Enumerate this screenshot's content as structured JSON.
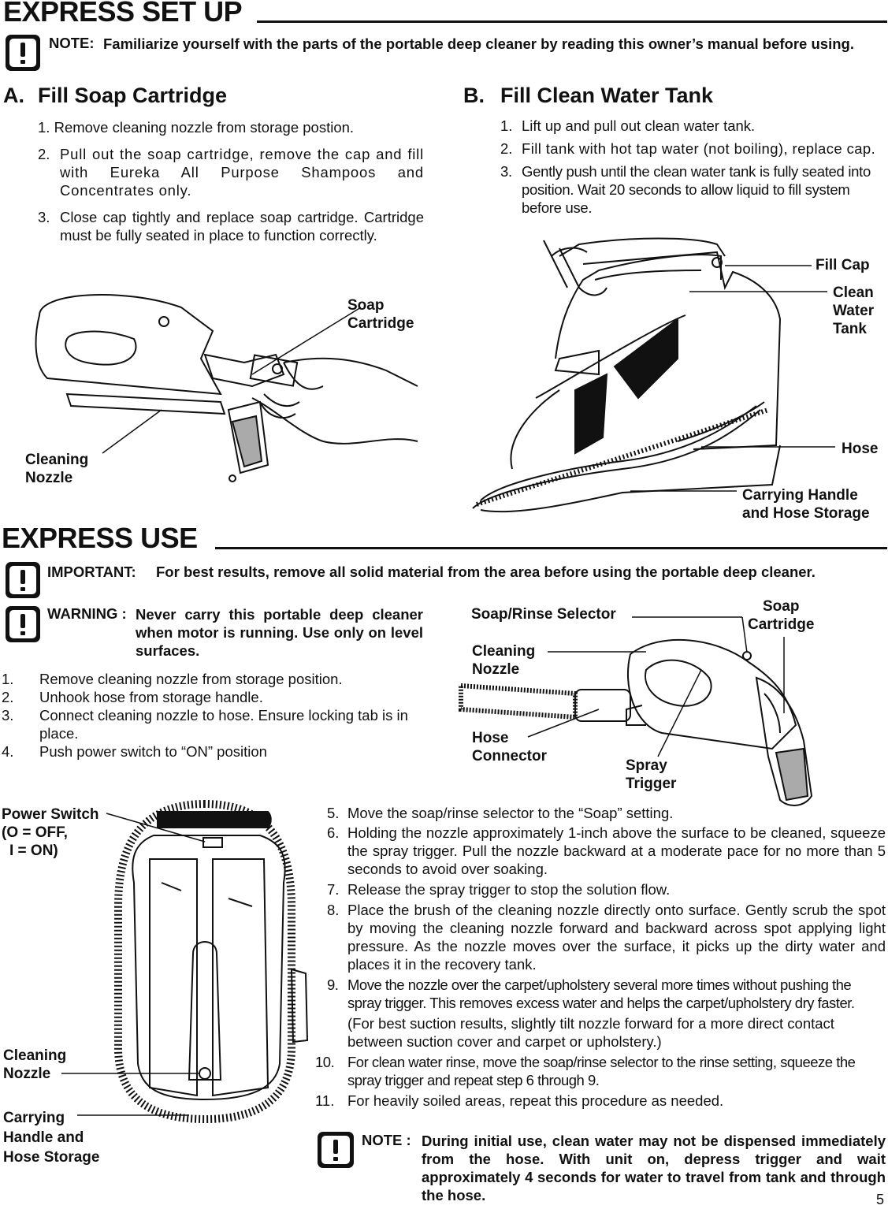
{
  "setup": {
    "title": "EXPRESS SET UP",
    "note_label": "NOTE:",
    "note_text": "Familiarize yourself with the parts of the portable deep cleaner by reading this owner’s manual before using.",
    "section_a": {
      "letter": "A.",
      "title": "Fill Soap Cartridge",
      "steps": [
        {
          "n": "1.",
          "text": "Remove cleaning nozzle from storage postion."
        },
        {
          "n": "2.",
          "text": "Pull out the soap cartridge, remove the cap and fill with Eureka All Purpose Shampoos and Concentrates only."
        },
        {
          "n": "3.",
          "text": "Close cap tightly and replace soap cartridge. Cartridge must be fully seated in place to function correctly."
        }
      ],
      "labels": {
        "soap_cartridge_1": "Soap",
        "soap_cartridge_2": "Cartridge",
        "cleaning_nozzle_1": "Cleaning",
        "cleaning_nozzle_2": "Nozzle"
      }
    },
    "section_b": {
      "letter": "B.",
      "title": "Fill Clean Water Tank",
      "steps": [
        {
          "n": "1.",
          "text": "Lift up and pull out clean water tank."
        },
        {
          "n": "2.",
          "text": "Fill tank with hot tap water (not boiling), replace cap."
        },
        {
          "n": "3.",
          "text": "Gently push until the clean water tank is fully seated into position. Wait 20 seconds to allow liquid to fill system before use."
        }
      ],
      "labels": {
        "fill_cap": "Fill Cap",
        "clean_1": "Clean",
        "clean_2": "Water",
        "clean_3": "Tank",
        "hose": "Hose",
        "carry_1": "Carrying Handle",
        "carry_2": "and Hose Storage"
      }
    }
  },
  "use": {
    "title": "EXPRESS USE",
    "important_label": "IMPORTANT:",
    "important_text": "For best results, remove all solid material from the area before using the portable deep cleaner.",
    "warning_label": "WARNING :",
    "warning_text": "Never carry this portable deep cleaner when motor is running. Use only on level surfaces.",
    "steps_a": [
      {
        "n": "1.",
        "text": "Remove cleaning nozzle from storage position."
      },
      {
        "n": "2.",
        "text": "Unhook hose from storage handle."
      },
      {
        "n": "3.",
        "text": "Connect cleaning nozzle to hose.  Ensure locking tab is in place."
      },
      {
        "n": "4.",
        "text": "Push power switch to “ON” position"
      }
    ],
    "nozzle_labels": {
      "selector": "Soap/Rinse Selector",
      "soap_1": "Soap",
      "soap_2": "Cartridge",
      "nozzle_1": "Cleaning",
      "nozzle_2": "Nozzle",
      "connector_1": "Hose",
      "connector_2": "Connector",
      "trigger_1": "Spray",
      "trigger_2": "Trigger"
    },
    "unit_labels": {
      "power_1": "Power Switch",
      "power_2": "(O = OFF,",
      "power_3": "I = ON)",
      "nozzle_1": "Cleaning",
      "nozzle_2": "Nozzle",
      "carry_1": "Carrying",
      "carry_2": "Handle and",
      "carry_3": "Hose Storage"
    },
    "steps_b": [
      {
        "n": "5.",
        "text": "Move the soap/rinse selector to the “Soap” setting."
      },
      {
        "n": "6.",
        "text": "Holding the nozzle approximately 1-inch above the surface to be cleaned, squeeze the spray trigger. Pull the nozzle backward at a moderate pace for no more than 5 seconds to avoid over soaking."
      },
      {
        "n": "7.",
        "text": "Release the spray trigger to stop the solution flow."
      },
      {
        "n": "8.",
        "text": "Place the brush of the cleaning nozzle directly onto surface.  Gently scrub the spot by moving the cleaning nozzle forward and backward across spot applying light pressure. As the nozzle moves over the surface, it picks up the dirty water and places it in the recovery tank."
      },
      {
        "n": "9.",
        "text": "Move the nozzle over the carpet/upholstery several more times without pushing the spray trigger. This removes excess water and helps the carpet/upholstery dry faster."
      },
      {
        "n": "",
        "text": "(For best suction results, slightly tilt nozzle forward for a more direct contact between suction cover and carpet or upholstery.)"
      },
      {
        "n": "10.",
        "text": "For clean water rinse, move the soap/rinse selector to the rinse setting, squeeze the spray trigger and repeat step 6 through 9."
      },
      {
        "n": "11.",
        "text": "For heavily soiled areas, repeat this procedure as needed."
      }
    ],
    "final_note_label": "NOTE :",
    "final_note_text": "During initial use, clean water may not be dispensed immediately from the hose.  With unit on, depress trigger and wait approximately 4 seconds for water to travel from tank and through the hose."
  },
  "page_number": "5",
  "icons": [
    "caution-icon"
  ]
}
